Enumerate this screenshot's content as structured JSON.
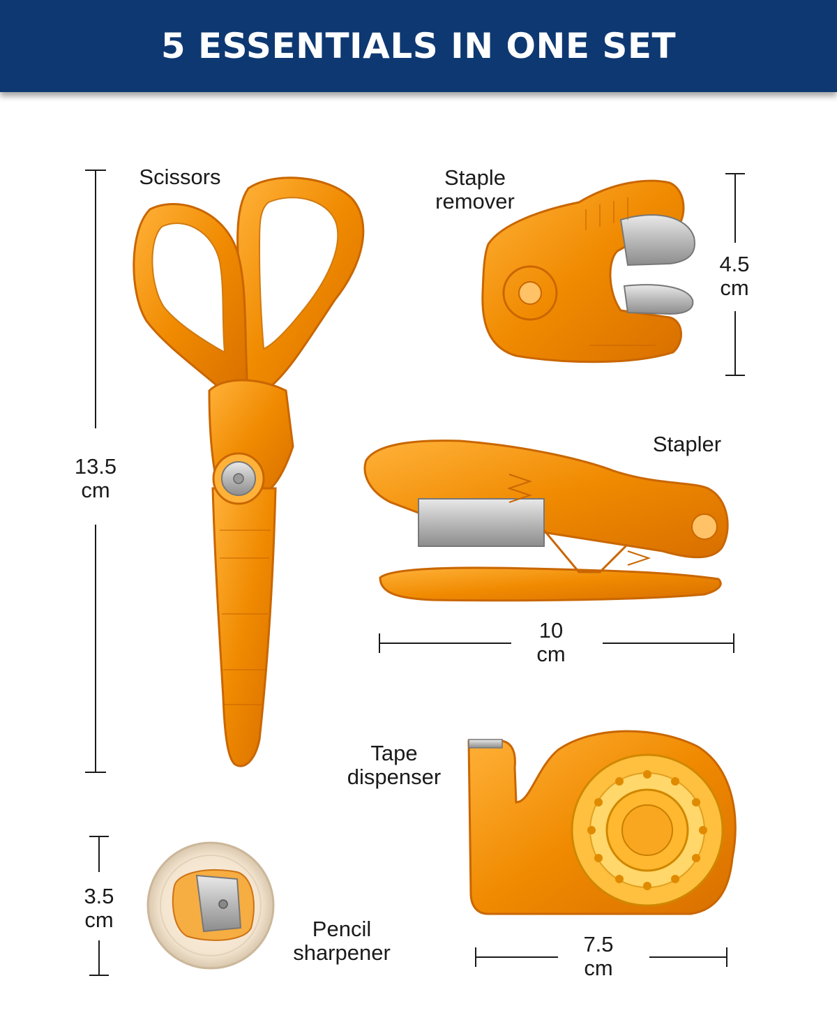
{
  "banner": {
    "title": "5 ESSENTIALS IN ONE SET",
    "bg_color": "#0e3872"
  },
  "accent_color": "#f08a00",
  "items": {
    "scissors": {
      "label": "Scissors",
      "size_value": "13.5",
      "size_unit": "cm"
    },
    "staple_remover": {
      "label_line1": "Staple",
      "label_line2": "remover",
      "size_value": "4.5",
      "size_unit": "cm"
    },
    "stapler": {
      "label": "Stapler",
      "size_value": "10",
      "size_unit": "cm"
    },
    "tape_dispenser": {
      "label_line1": "Tape",
      "label_line2": "dispenser",
      "size_value": "7.5",
      "size_unit": "cm"
    },
    "pencil_sharpener": {
      "label_line1": "Pencil",
      "label_line2": "sharpener",
      "size_value": "3.5",
      "size_unit": "cm"
    }
  }
}
